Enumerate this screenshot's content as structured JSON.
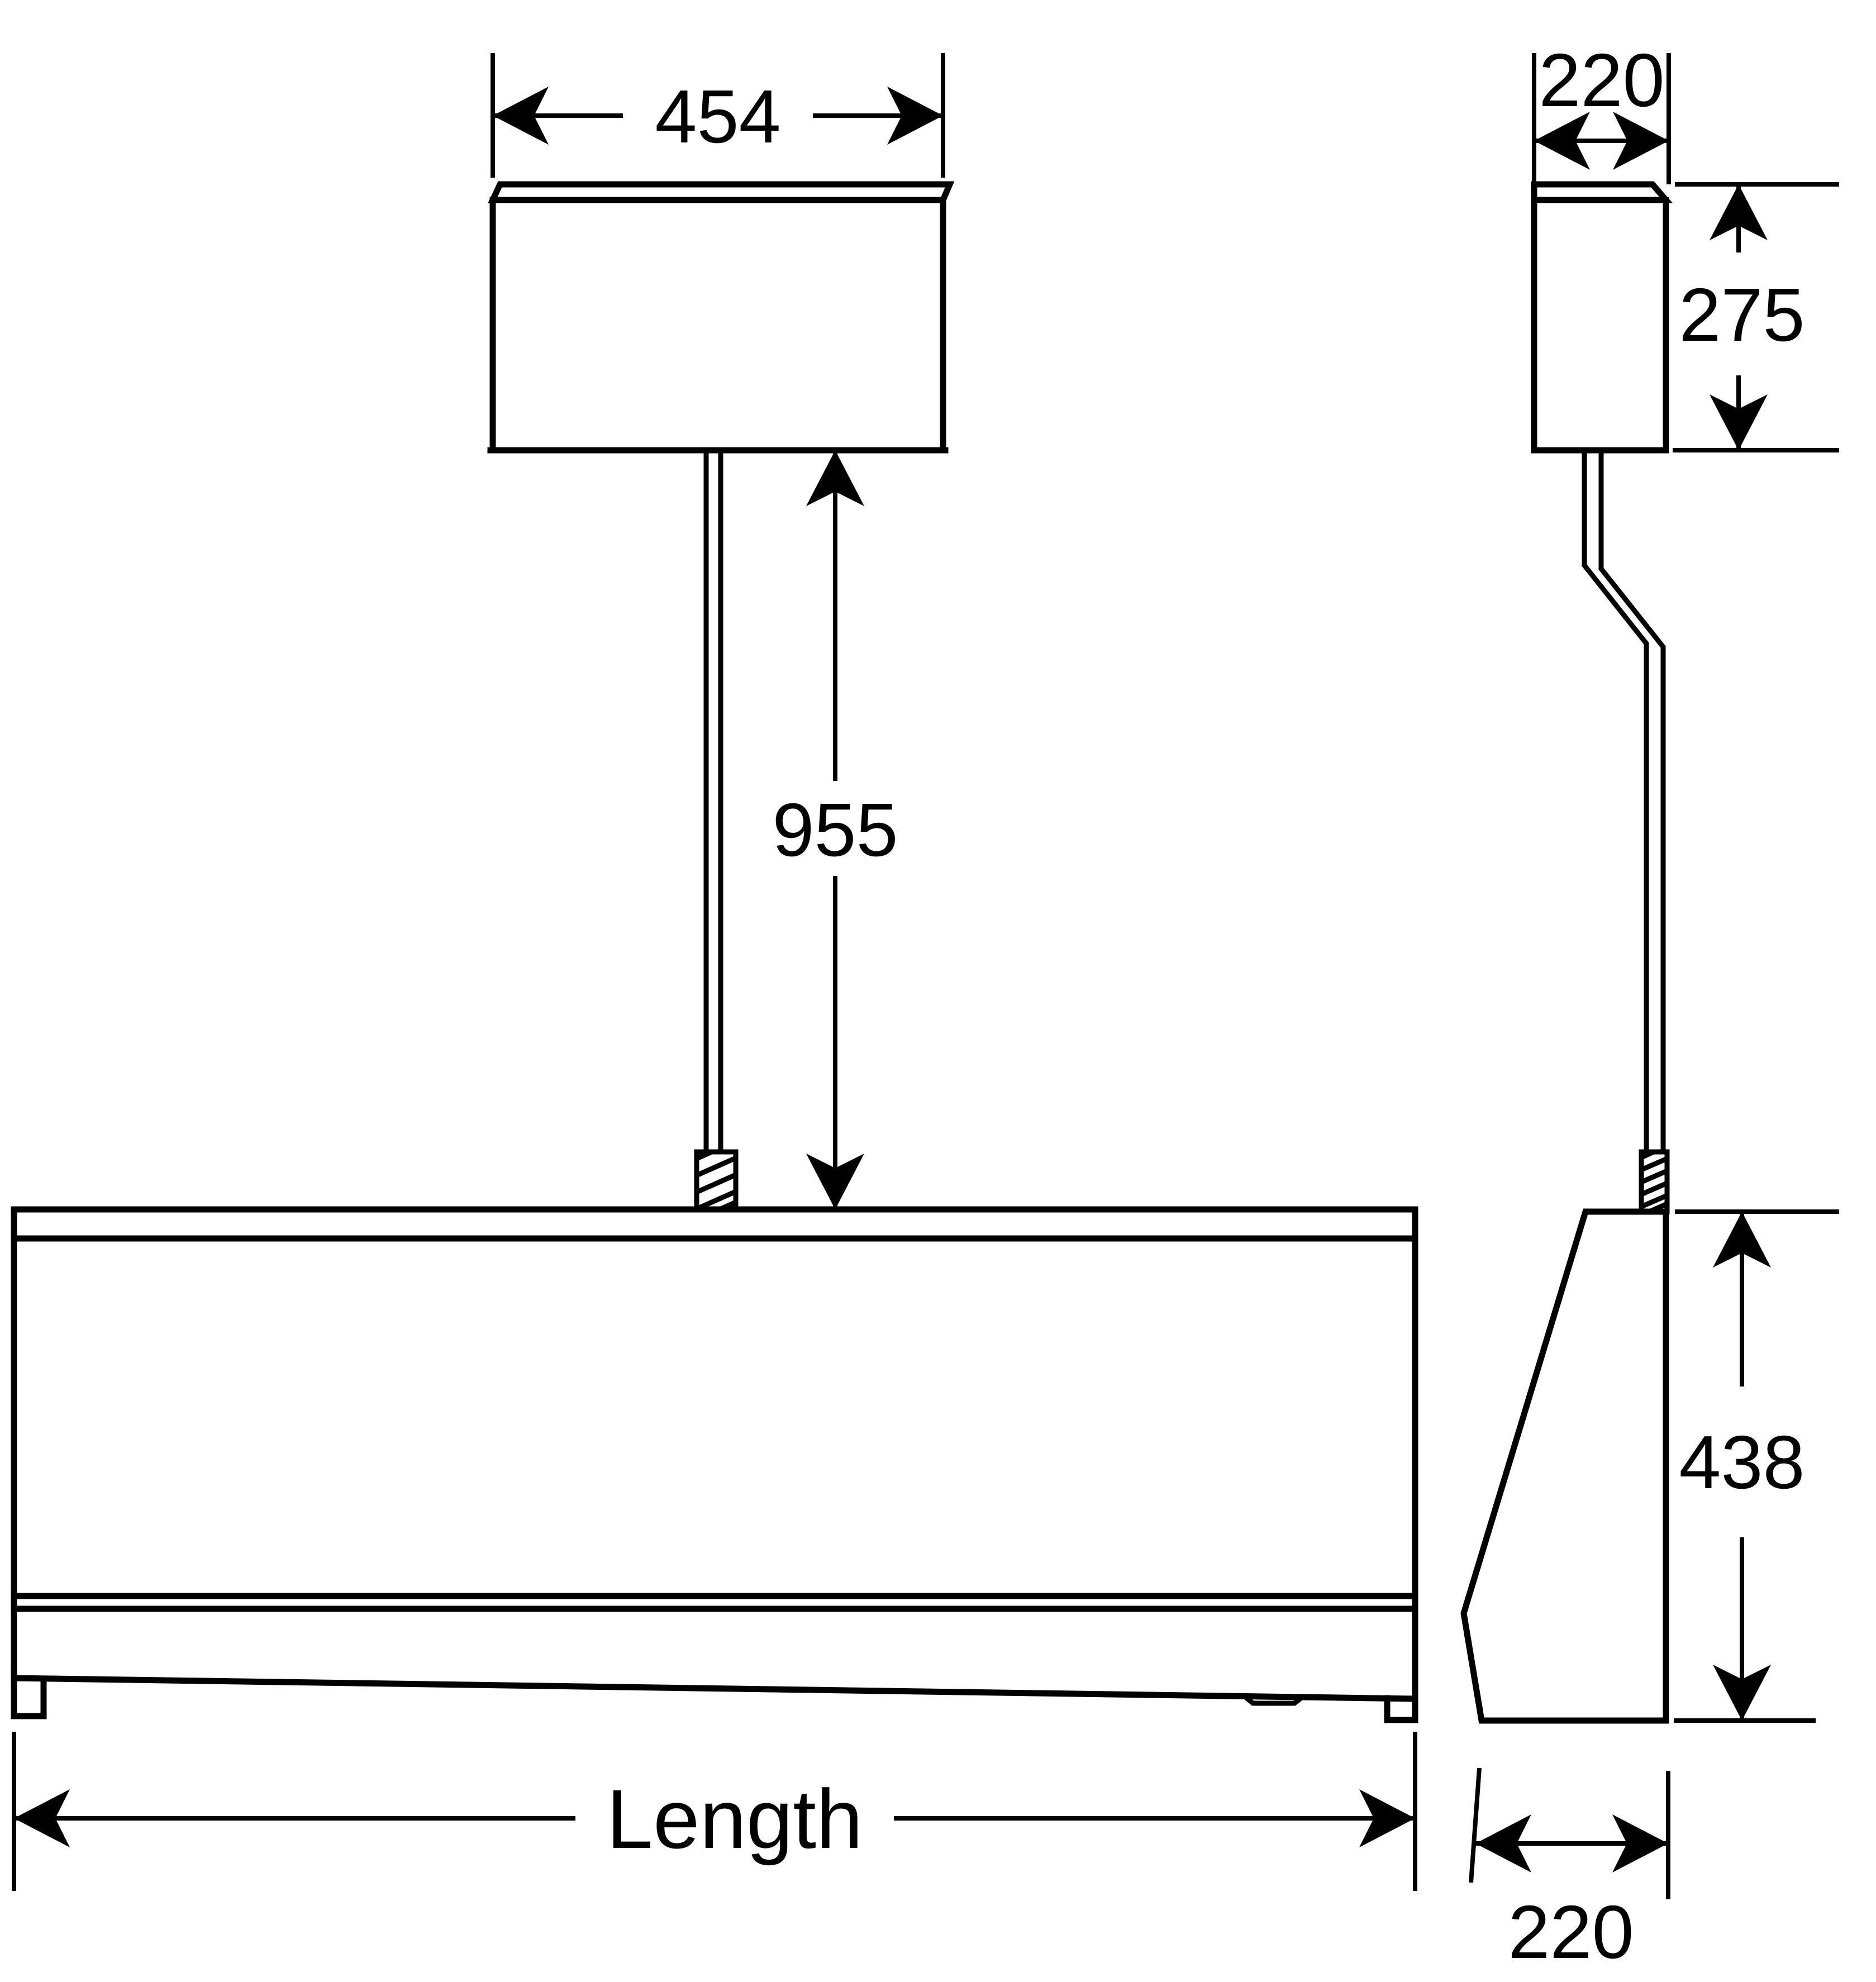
{
  "drawing": {
    "background_color": "#ffffff",
    "line_color": "#000000",
    "views": {
      "front_view": "front elevation of suspended fixture",
      "side_view": "side elevation of suspended fixture"
    },
    "labels": {
      "head_width": "454",
      "head_depth": "220",
      "head_height": "275",
      "suspension_drop": "955",
      "body_height": "438",
      "body_length": "Length",
      "body_depth": "220"
    }
  }
}
